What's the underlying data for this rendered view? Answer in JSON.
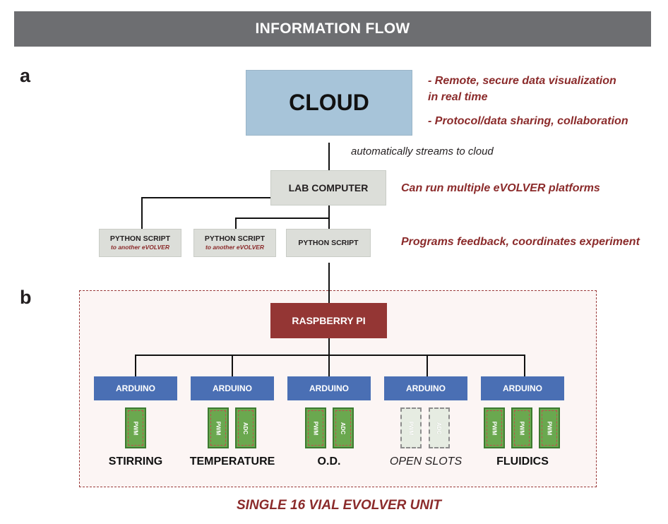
{
  "header": {
    "title": "INFORMATION FLOW"
  },
  "panels": {
    "a": "a",
    "b": "b"
  },
  "cloud": {
    "label": "CLOUD",
    "notes": [
      "- Remote, secure data  visualization",
      "in real time",
      "- Protocol/data sharing, collaboration"
    ],
    "stream_label": "automatically streams to cloud"
  },
  "lab_computer": {
    "label": "LAB COMPUTER",
    "note": "Can run multiple eVOLVER platforms"
  },
  "scripts": {
    "items": [
      {
        "label": "PYTHON SCRIPT",
        "sub": "to another eVOLVER"
      },
      {
        "label": "PYTHON SCRIPT",
        "sub": "to another eVOLVER"
      },
      {
        "label": "PYTHON SCRIPT",
        "sub": ""
      }
    ],
    "note": "Programs feedback, coordinates experiment"
  },
  "raspberry_pi": {
    "label": "RASPBERRY PI"
  },
  "modules": [
    {
      "arduino": "ARDUINO",
      "chips": [
        "PWM"
      ],
      "label": "STIRRING"
    },
    {
      "arduino": "ARDUINO",
      "chips": [
        "PWM",
        "ADC"
      ],
      "label": "TEMPERATURE"
    },
    {
      "arduino": "ARDUINO",
      "chips": [
        "PWM",
        "ADC"
      ],
      "label": "O.D."
    },
    {
      "arduino": "ARDUINO",
      "chips": [
        "PWM",
        "ADC"
      ],
      "label": "OPEN SLOTS"
    },
    {
      "arduino": "ARDUINO",
      "chips": [
        "PWM",
        "PWM",
        "PWM"
      ],
      "label": "FLUIDICS"
    }
  ],
  "unit_caption": "SINGLE 16 VIAL EVOLVER UNIT",
  "colors": {
    "header": "#6d6e71",
    "cloud": "#a7c4d9",
    "note_red": "#8b2b2b",
    "gray_box": "#dcded9",
    "raspberry": "#943634",
    "arduino": "#4a6fb4",
    "chip_green": "#6aa84f"
  }
}
